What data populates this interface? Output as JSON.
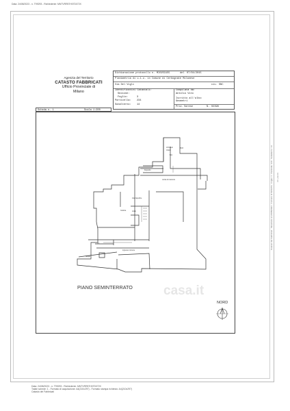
{
  "header": {
    "top_stamp": "Data: 24/08/2023 - n. T99293 - Richiedente: MNTVRR57H07D072X"
  },
  "agency": {
    "line1": "Agenzia del Territorio",
    "line2": "CATASTO FABBRICATI",
    "line3": "Ufficio Provinciale di",
    "line4": "Milano"
  },
  "form": {
    "protocol_label": "Dichiarazione protocollo n.",
    "protocol_value": "MI0253155",
    "date_label": "del",
    "date_value": "07/04/2015",
    "property_line": "Planimetria di u.i.u. in Comune di Cerbognate Milanese",
    "address_line": "Via Del Vigli",
    "civico_label": "civ.",
    "civico_value": "SNC",
    "ident_label": "Identificativi Catastali:",
    "sezione_label": "Sezione:",
    "foglio_label": "Foglio:",
    "foglio_value": "3",
    "particella_label": "Particella:",
    "particella_value": "234",
    "subalterno_label": "Subalterno:",
    "subalterno_value": "14",
    "compilata_label": "Compilata da:",
    "compilata_name": "Antolio Vito",
    "iscritto_label": "Iscritto all'albo:",
    "iscritto_value": "Geometri",
    "prov_label": "Prov.",
    "prov_value": "Varese",
    "num_label": "N.",
    "num_value": "02398",
    "scheda_label": "Scheda n. 1",
    "scala_label": "Scala 1:200"
  },
  "plan": {
    "floor_label": "PIANO SEMINTERRATO",
    "north_label": "NORD",
    "watermark": "casa.it",
    "room_labels": [
      "Locale caldaia",
      "Box",
      "Deposito",
      "Corsia di manovra",
      "Intercapedine",
      "Cantina",
      "Scala",
      "CT / rampa",
      "Ingresso comune",
      "Area di manovra"
    ]
  },
  "margins": {
    "right_side": "Catasto dei Fabbricati - Situazione al 24/08/2023 - Comune di CESATE - Foglio: 3 - Particella: 234 - Subalterno: 14",
    "right_mark": "Ult. planim.",
    "bottom_line1": "Data: 24/08/2023 - n. T99293 - Richiedente: MNTVRR57H07D072X",
    "bottom_line2": "Totale schede: 1 - Formato di acquisizione: A4(210x297) - Formato stampa richiesto: A4(210x297)",
    "bottom_line3": "Catasto dei Fabbricati"
  }
}
